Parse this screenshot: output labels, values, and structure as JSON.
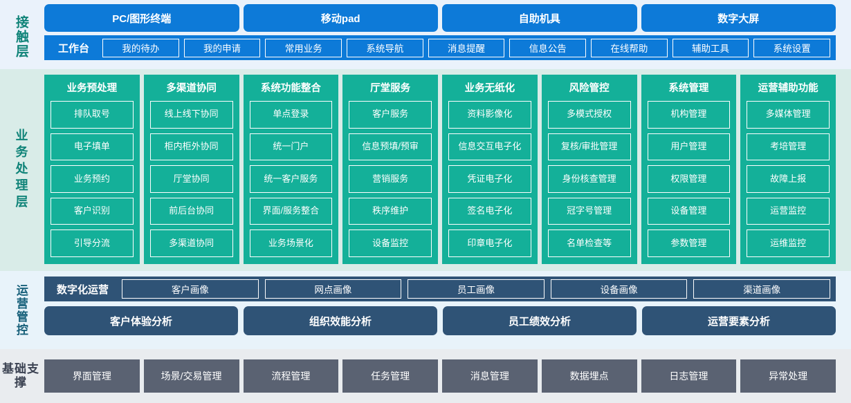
{
  "layers": {
    "contact": {
      "label": "接触层",
      "channels": [
        "PC/图形终端",
        "移动pad",
        "自助机具",
        "数字大屏"
      ],
      "workbench_title": "工作台",
      "workbench_items": [
        "我的待办",
        "我的申请",
        "常用业务",
        "系统导航",
        "消息提醒",
        "信息公告",
        "在线帮助",
        "辅助工具",
        "系统设置"
      ]
    },
    "business": {
      "label": "业务处理层",
      "columns": [
        {
          "title": "业务预处理",
          "items": [
            "排队取号",
            "电子填单",
            "业务预约",
            "客户识别",
            "引导分流"
          ]
        },
        {
          "title": "多渠道协同",
          "items": [
            "线上线下协同",
            "柜内柜外协同",
            "厅堂协同",
            "前后台协同",
            "多渠道协同"
          ]
        },
        {
          "title": "系统功能整合",
          "items": [
            "单点登录",
            "统一门户",
            "统一客户服务",
            "界面/服务整合",
            "业务场景化"
          ]
        },
        {
          "title": "厅堂服务",
          "items": [
            "客户服务",
            "信息预填/预审",
            "营销服务",
            "秩序维护",
            "设备监控"
          ]
        },
        {
          "title": "业务无纸化",
          "items": [
            "资料影像化",
            "信息交互电子化",
            "凭证电子化",
            "签名电子化",
            "印章电子化"
          ]
        },
        {
          "title": "风险管控",
          "items": [
            "多模式授权",
            "复核/审批管理",
            "身份核查管理",
            "冠字号管理",
            "名单检查等"
          ]
        },
        {
          "title": "系统管理",
          "items": [
            "机构管理",
            "用户管理",
            "权限管理",
            "设备管理",
            "参数管理"
          ]
        },
        {
          "title": "运营辅助功能",
          "items": [
            "多媒体管理",
            "考培管理",
            "故障上报",
            "运营监控",
            "运维监控"
          ]
        }
      ]
    },
    "operations": {
      "label": "运营管控",
      "portrait_title": "数字化运营",
      "portrait_items": [
        "客户画像",
        "网点画像",
        "员工画像",
        "设备画像",
        "渠道画像"
      ],
      "analysis_items": [
        "客户体验分析",
        "组织效能分析",
        "员工绩效分析",
        "运营要素分析"
      ]
    },
    "foundation": {
      "label": "基础支撑",
      "items": [
        "界面管理",
        "场景/交易管理",
        "流程管理",
        "任务管理",
        "消息管理",
        "数据埋点",
        "日志管理",
        "异常处理"
      ]
    }
  },
  "colors": {
    "contact_blue": "#0d7ad8",
    "contact_bg": "#eaf2fb",
    "business_teal": "#14b099",
    "business_bg": "#d9ece8",
    "operations_slate": "#2f5376",
    "operations_bg": "#e8f3fa",
    "foundation_gray": "#5a6272",
    "foundation_bg": "#e9ecef",
    "label_teal": "#0f8378"
  }
}
